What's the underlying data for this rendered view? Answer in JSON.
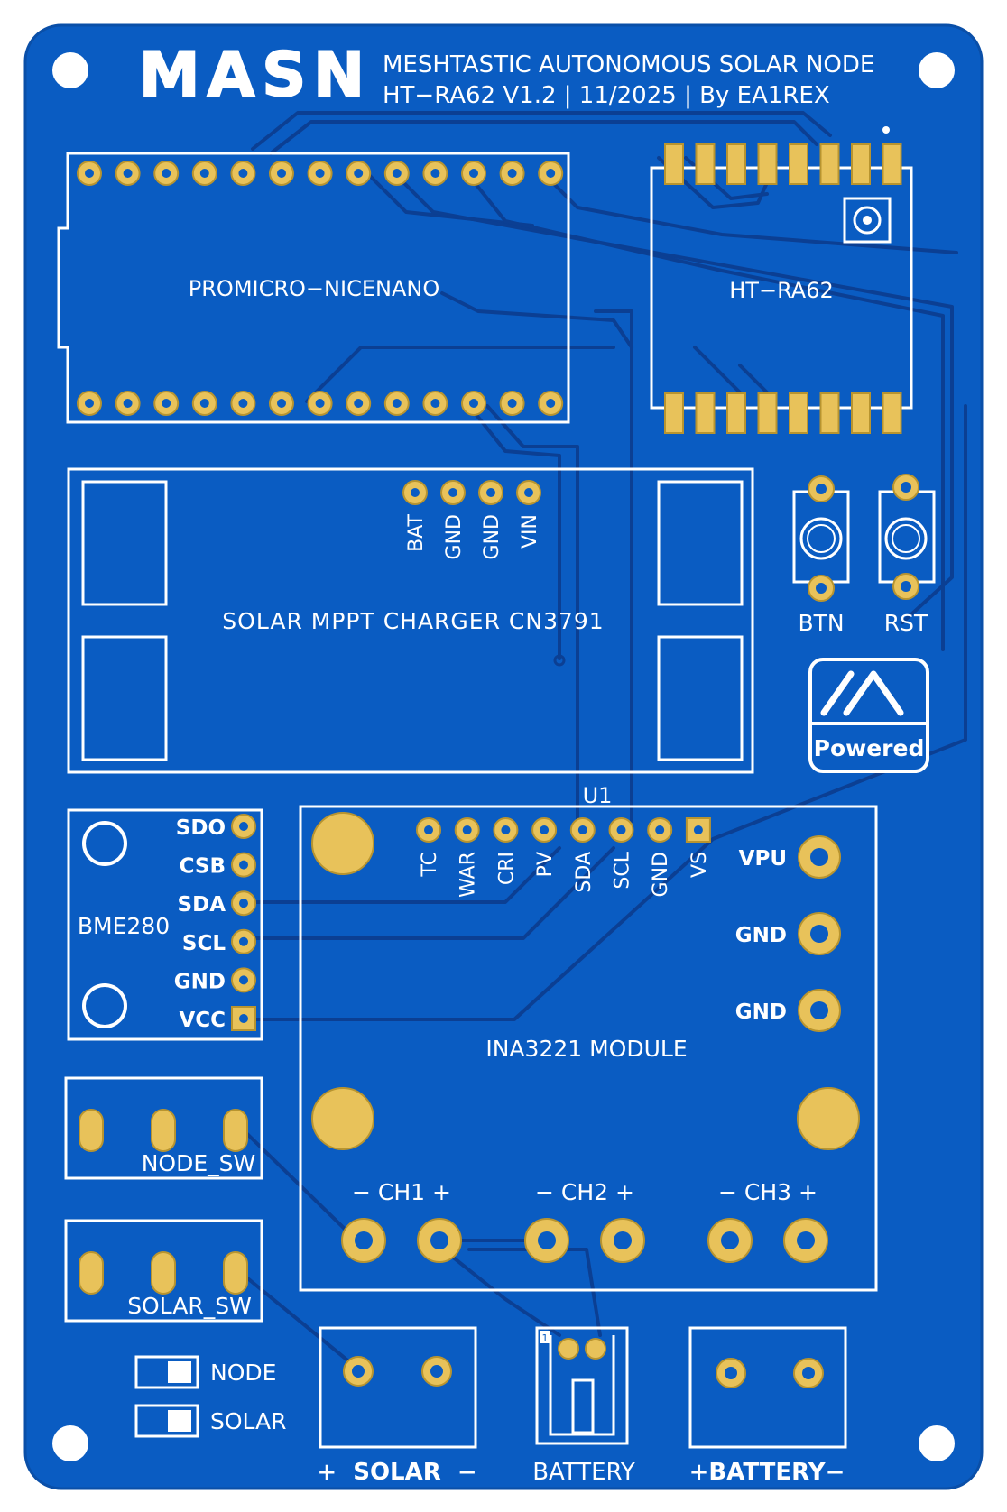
{
  "board": {
    "logo": "MASN",
    "title_line1": "MESHTASTIC AUTONOMOUS SOLAR NODE",
    "title_line2": "HT−RA62 V1.2 | 11/2025 | By EA1REX",
    "colors": {
      "substrate": "#0a5cc2",
      "copper": "#e8c25a",
      "silk": "#ffffff",
      "trace": "#0b3f93"
    }
  },
  "modules": {
    "promicro": "PROMICRO−NICENANO",
    "htra62": "HT−RA62",
    "solar_charger": "SOLAR MPPT CHARGER CN3791",
    "solar_charger_pins": [
      "BAT",
      "GND",
      "GND",
      "VIN"
    ],
    "ina3221_designator": "U1",
    "ina3221": "INA3221 MODULE",
    "ina3221_top_pins": [
      "TC",
      "WAR",
      "CRI",
      "PV",
      "SDA",
      "SCL",
      "GND",
      "VS"
    ],
    "ina3221_side_pins": [
      "VPU",
      "GND",
      "GND"
    ],
    "ina3221_channels": [
      "− CH1 +",
      "− CH2 +",
      "− CH3 +"
    ],
    "bme280": "BME280",
    "bme280_pins": [
      "SDO",
      "CSB",
      "SDA",
      "SCL",
      "GND",
      "VCC"
    ]
  },
  "controls": {
    "btn": "BTN",
    "rst": "RST",
    "node_sw": "NODE_SW",
    "solar_sw": "SOLAR_SW",
    "legend_node": "NODE",
    "legend_solar": "SOLAR"
  },
  "connectors": {
    "solar": "+  SOLAR  −",
    "battery_jst": "BATTERY",
    "battery": "+BATTERY−",
    "jst_pin1_mark": "1"
  },
  "badge": {
    "text": "Powered"
  }
}
